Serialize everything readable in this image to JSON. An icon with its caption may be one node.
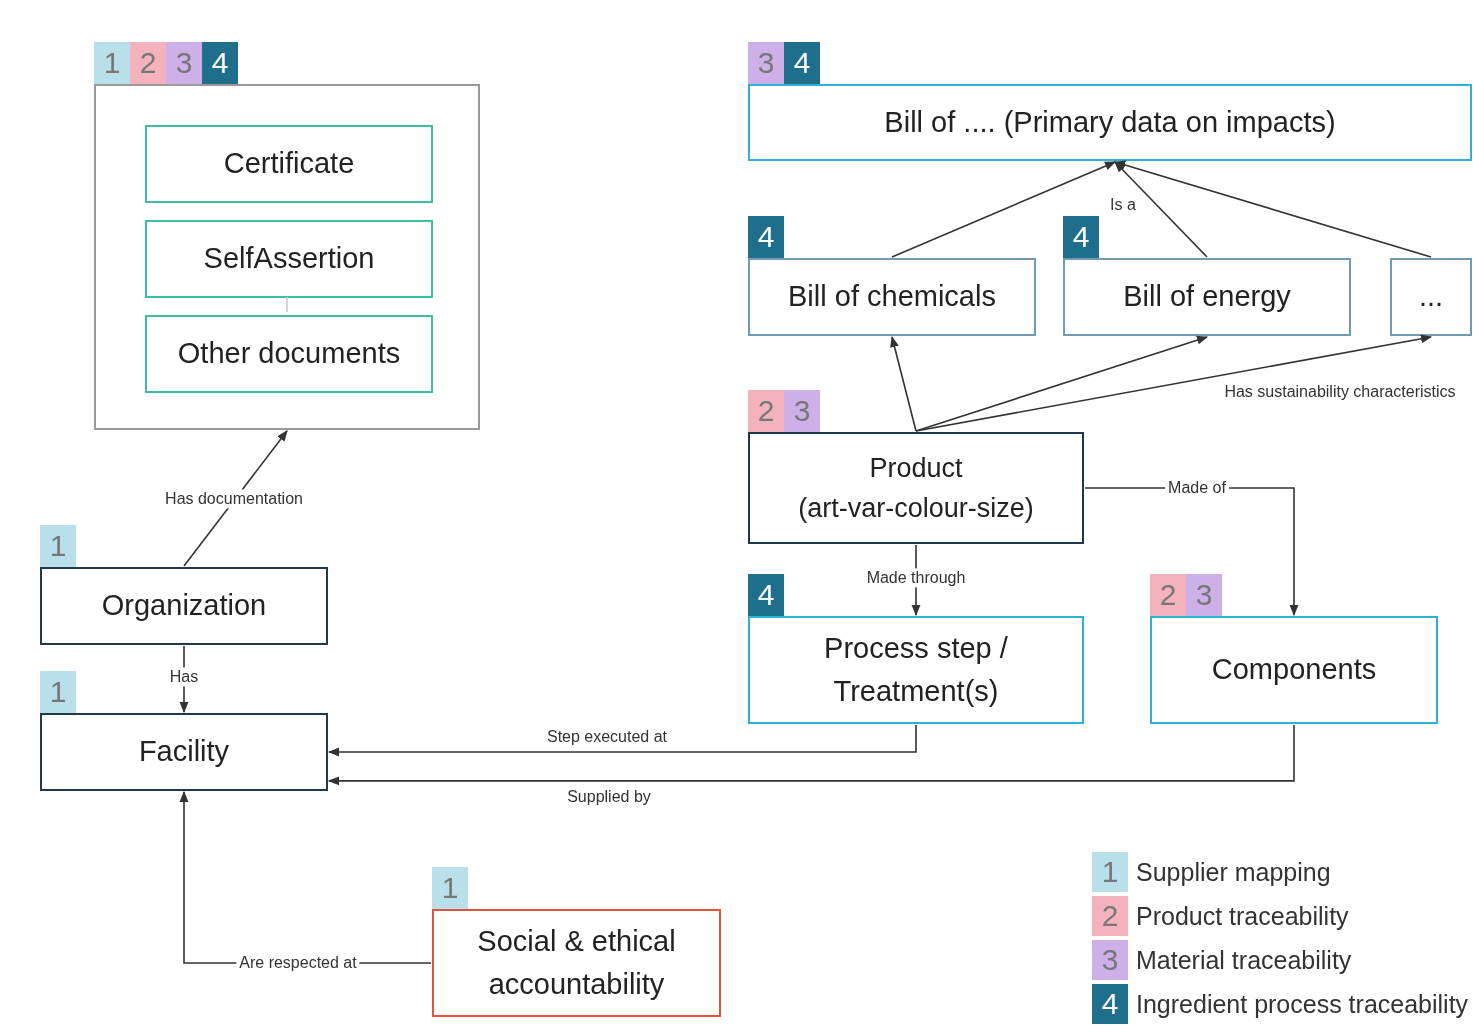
{
  "diagram": {
    "nodes": [
      {
        "text": [],
        "shape": "box",
        "beside": [
          "1",
          "2",
          "3",
          "4"
        ]
      },
      {
        "text": [
          "Certificate"
        ],
        "in": 0
      },
      {
        "text": [
          "SelfAssertion"
        ],
        "in": 0
      },
      {
        "text": [
          "Other documents"
        ],
        "in": 0
      },
      {
        "text": [
          "Bill of .... (Primary data on impacts)"
        ],
        "beside": [
          "3",
          "4"
        ]
      },
      {
        "text": [
          "Bill of chemicals"
        ],
        "beside": [
          "4"
        ]
      },
      {
        "text": [
          "Bill of energy"
        ],
        "beside": [
          "4"
        ]
      },
      {
        "text": [
          "..."
        ]
      },
      {
        "text": [
          "Product (art-var-colour-size)"
        ],
        "beside": [
          "2",
          "3"
        ]
      },
      {
        "text": [
          "Organization"
        ],
        "beside": [
          "1"
        ]
      },
      {
        "text": [
          "Process step / Treatment(s)"
        ],
        "beside": [
          "4"
        ]
      },
      {
        "text": [
          "Components"
        ],
        "beside": [
          "2",
          "3"
        ]
      },
      {
        "text": [
          "Facility"
        ],
        "beside": [
          "1"
        ]
      },
      {
        "text": [
          "Social & ethical accountability"
        ],
        "beside": [
          "1"
        ]
      }
    ],
    "edges": [
      {
        "from": 9,
        "to": 0,
        "arrow": "to",
        "label": "Has documentation"
      },
      {
        "from": 5,
        "to": 4,
        "arrow": "to"
      },
      {
        "from": 6,
        "to": 4,
        "arrow": "to",
        "label": "Is a"
      },
      {
        "from": 7,
        "to": 4,
        "arrow": "to"
      },
      {
        "from": 8,
        "to": 5,
        "arrow": "to"
      },
      {
        "from": 8,
        "to": 6,
        "arrow": "to"
      },
      {
        "from": 8,
        "to": 7,
        "arrow": "to",
        "label": "Has sustainability characteristics"
      },
      {
        "from": 8,
        "to": 11,
        "arrow": "to",
        "label": "Made of"
      },
      {
        "from": 8,
        "to": 10,
        "arrow": "to",
        "label": "Made through"
      },
      {
        "from": 9,
        "to": 12,
        "arrow": "to",
        "label": "Has"
      },
      {
        "from": 10,
        "to": 12,
        "arrow": "to",
        "label": "Step executed at"
      },
      {
        "from": 11,
        "to": 12,
        "arrow": "to",
        "label": "Supplied by"
      },
      {
        "from": 13,
        "to": 12,
        "arrow": "to",
        "label": "Are respected at"
      },
      {
        "from": 2,
        "to": 3,
        "arrow": "none",
        "color": "#cccccc"
      }
    ],
    "labels": [
      "1",
      "2",
      "3",
      "4"
    ],
    "legend": [
      {
        "text": "Supplier mapping",
        "color": "#b9e0ea"
      },
      {
        "text": "Product traceability",
        "color": "#f4b3bc"
      },
      {
        "text": "Material traceability",
        "color": "#cdb0e8"
      },
      {
        "text": "Ingredient process traceability",
        "color": "#1f6e8c"
      }
    ]
  }
}
